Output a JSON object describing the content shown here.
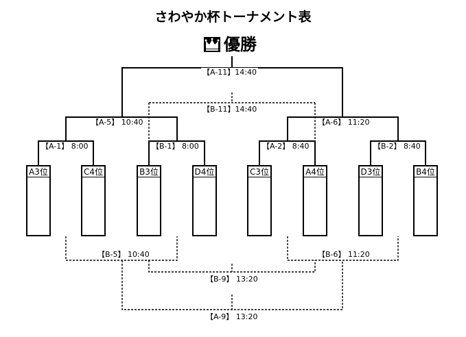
{
  "title": "さわやか杯トーナメント表",
  "champion_label": "優勝",
  "icons": {
    "champion": "crown-icon"
  },
  "slots": [
    "A3位",
    "C4位",
    "B3位",
    "D4位",
    "C3位",
    "A4位",
    "D3位",
    "B4位"
  ],
  "matches": {
    "a1": "【A-1】 8:00",
    "b1": "【B-1】 8:00",
    "a2": "【A-2】 8:40",
    "b2": "【B-2】 8:40",
    "a5": "【A-5】 10:40",
    "a6": "【A-6】 11:20",
    "a11": "【A-11】14:40",
    "b11": "【B-11】14:40",
    "b5": "【B-5】 10:40",
    "b6": "【B-6】 11:20",
    "b9": "【B-9】 13:20",
    "a9": "【A-9】 13:20"
  }
}
